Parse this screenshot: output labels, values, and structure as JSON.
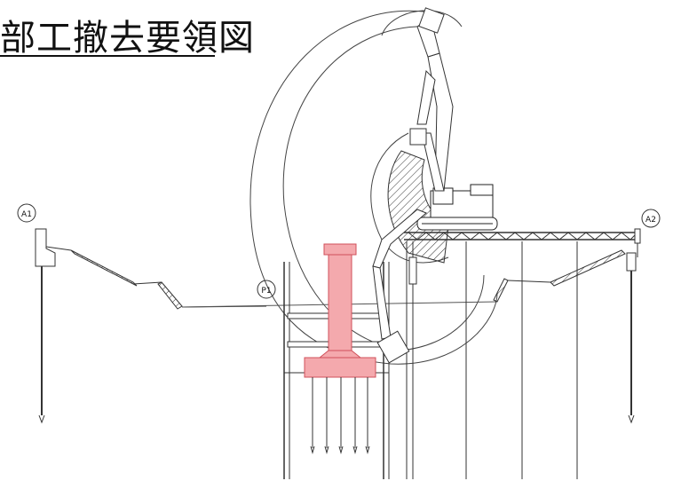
{
  "title": "部工撤去要領図",
  "labels": {
    "a1": "A1",
    "a2": "A2",
    "p1": "P1"
  },
  "colors": {
    "line": "#333333",
    "highlight_fill": "#f4a9ad",
    "highlight_stroke": "#d0505a",
    "background": "#ffffff"
  }
}
